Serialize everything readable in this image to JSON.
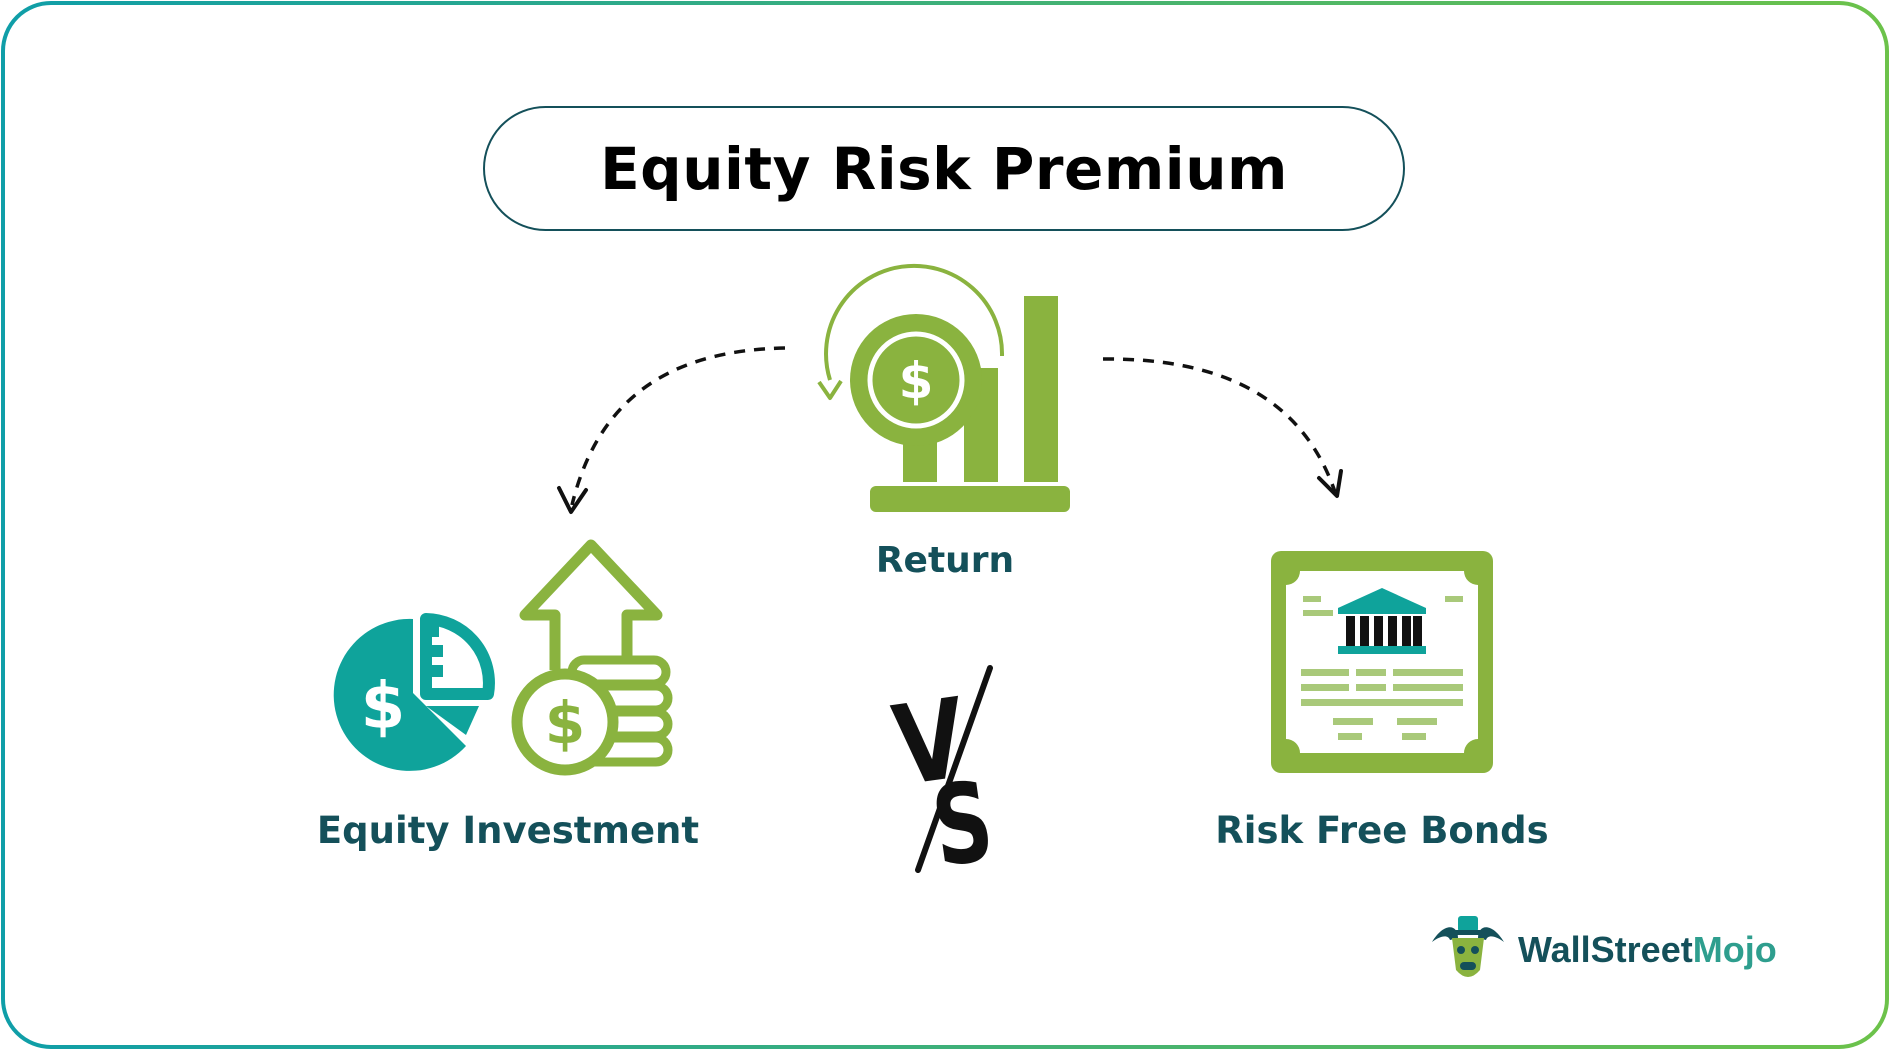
{
  "title": "Equity Risk Premium",
  "nodes": {
    "return": {
      "label": "Return"
    },
    "equity": {
      "label": "Equity Investment"
    },
    "bonds": {
      "label": "Risk Free Bonds"
    }
  },
  "versus": {
    "text": "VS"
  },
  "icons": {
    "return": "coin-growth-chart-icon",
    "equity": "pie-chart-coins-arrow-icon",
    "bonds": "bond-certificate-icon",
    "brand": "bull-mascot-icon",
    "currency_symbol": "$"
  },
  "brand": {
    "name_part1": "WallStreet",
    "name_part2": "Mojo"
  },
  "colors": {
    "green": "#8ab33f",
    "teal": "#0fa39b",
    "dark_teal": "#14505a",
    "border_start": "#0f9ea8",
    "border_end": "#6cc24a"
  }
}
